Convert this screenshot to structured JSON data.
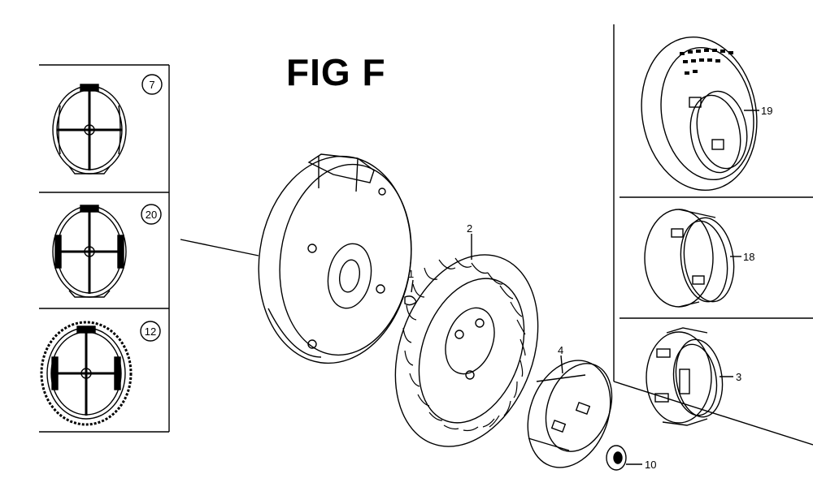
{
  "figure": {
    "title": "FIG F"
  },
  "inset_panels": [
    {
      "callout": "7"
    },
    {
      "callout": "20"
    },
    {
      "callout": "12"
    }
  ],
  "main_callouts": {
    "key": "1",
    "fan": "2",
    "cup": "4",
    "nut": "10"
  },
  "right_panels": [
    {
      "callout": "19"
    },
    {
      "callout": "18"
    },
    {
      "callout": "3"
    }
  ]
}
